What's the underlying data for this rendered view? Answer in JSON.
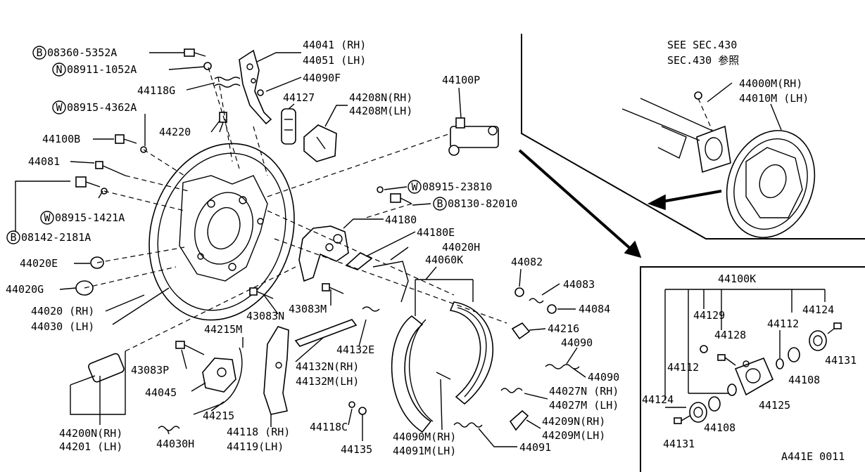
{
  "labels": {
    "b08360": "08360-5352A",
    "n08911": "08911-1052A",
    "w08915_4362": "08915-4362A",
    "p44100b": "44100B",
    "p44081": "44081",
    "w08915_1421": "08915-1421A",
    "b08142": "08142-2181A",
    "p44020e": "44020E",
    "p44020g": "44020G",
    "p44020rh": "44020 (RH)",
    "p44030lh": "44030 (LH)",
    "p44041rh": "44041 (RH)",
    "p44051lh": "44051 (LH)",
    "p44090f": "44090F",
    "p44118g": "44118G",
    "p44127": "44127",
    "p44208n": "44208N(RH)",
    "p44208m": "44208M(LH)",
    "p44100p": "44100P",
    "p44220": "44220",
    "w08915_2381": "08915-23810",
    "b08130": "08130-82010",
    "p44180": "44180",
    "p44180e": "44180E",
    "p44020h": "44020H",
    "p44060k": "44060K",
    "p44082": "44082",
    "p44083": "44083",
    "p44084": "44084",
    "p44216": "44216",
    "p44090a": "44090",
    "p44090b": "44090",
    "p43083m": "43083M",
    "p43083n": "43083N",
    "p44215m": "44215M",
    "p44132e": "44132E",
    "p44132n": "44132N(RH)",
    "p44132m": "44132M(LH)",
    "p43083p": "43083P",
    "p44045": "44045",
    "p44215": "44215",
    "p44200n": "44200N(RH)",
    "p44201lh": "44201  (LH)",
    "p44030h": "44030H",
    "p44118rh": "44118 (RH)",
    "p44119lh": "44119(LH)",
    "p44118c": "44118C",
    "p44135": "44135",
    "p44090m": "44090M(RH)",
    "p44091m": "44091M(LH)",
    "p44091": "44091",
    "p44027n": "44027N (RH)",
    "p44027m": "44027M (LH)",
    "p44209n": "44209N(RH)",
    "p44209m": "44209M(LH)",
    "see_sec": "SEE SEC.430",
    "sec_ref": "SEC.430 参照",
    "p44000m": "44000M(RH)",
    "p44010m": "44010M (LH)",
    "p44100k": "44100K",
    "p44129": "44129",
    "p44124a": "44124",
    "p44128": "44128",
    "p44112a": "44112",
    "p44112b": "44112",
    "p44131a": "44131",
    "p44108a": "44108",
    "p44124b": "44124",
    "p44125": "44125",
    "p44108b": "44108",
    "p44131b": "44131",
    "ref_code": "A441E 0011"
  },
  "prefixes": {
    "b1": "B",
    "n1": "N",
    "w1": "W",
    "w2": "W",
    "b2": "B",
    "w3": "W",
    "b3": "B"
  }
}
